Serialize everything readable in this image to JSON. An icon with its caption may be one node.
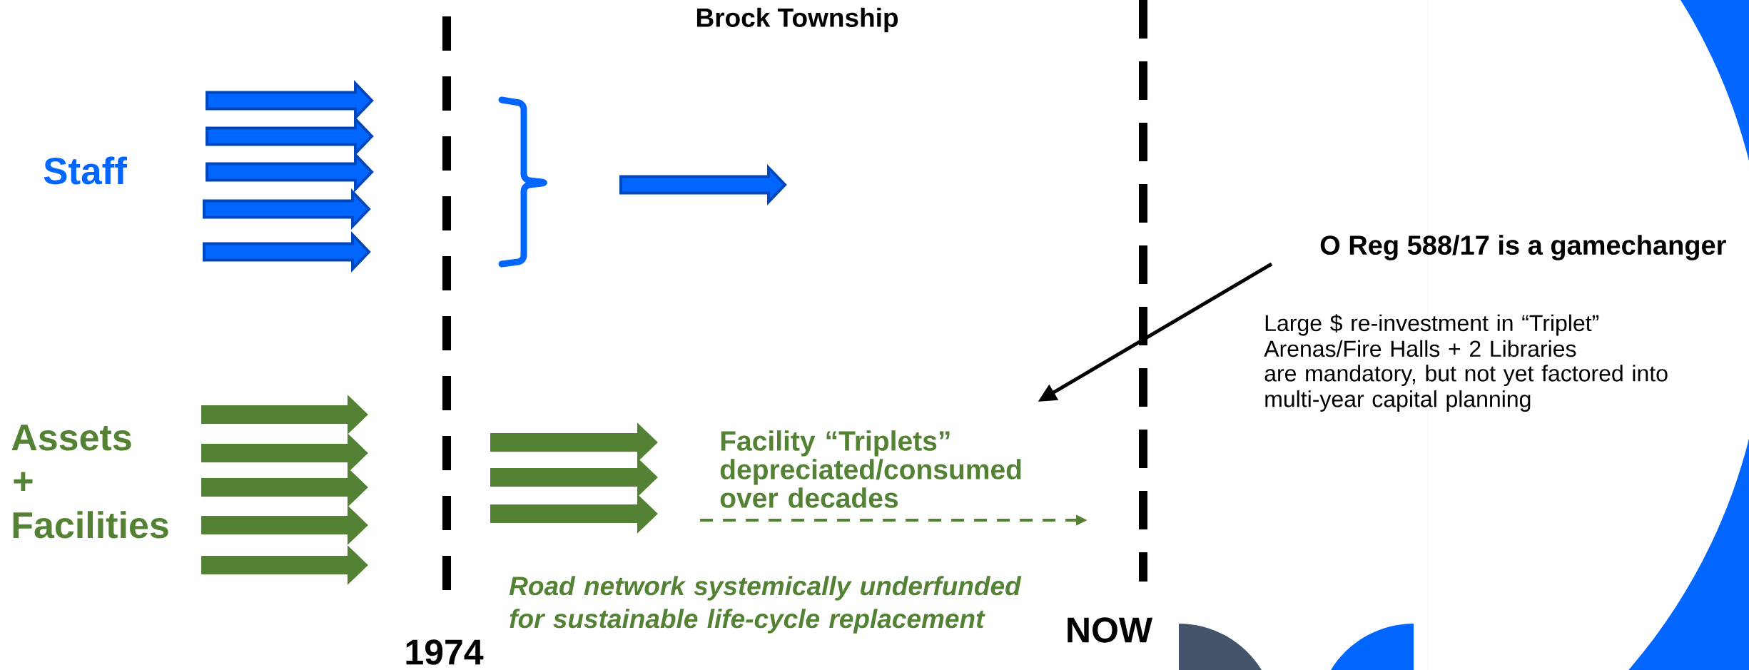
{
  "diagram": {
    "title": "Brock Township",
    "nodes": [
      {
        "text": [
          "O Reg 588/17 is a gamechanger"
        ]
      },
      {
        "text": [
          "Facility “Triplets” depreciated/consumed over decades"
        ]
      }
    ],
    "edges": [
      {
        "from": 0,
        "to": 1,
        "arrow": "to"
      }
    ],
    "labels": [
      "Staff",
      "Assets",
      "+",
      "Facilities",
      "1974",
      "NOW",
      "Road network systemically underfunded for sustainable life-cycle replacement",
      "Large $ re-investment in “Triplet” Arenas/Fire Halls + 2 Libraries",
      "are mandatory, but not yet factored into multi-year capital planning"
    ]
  }
}
